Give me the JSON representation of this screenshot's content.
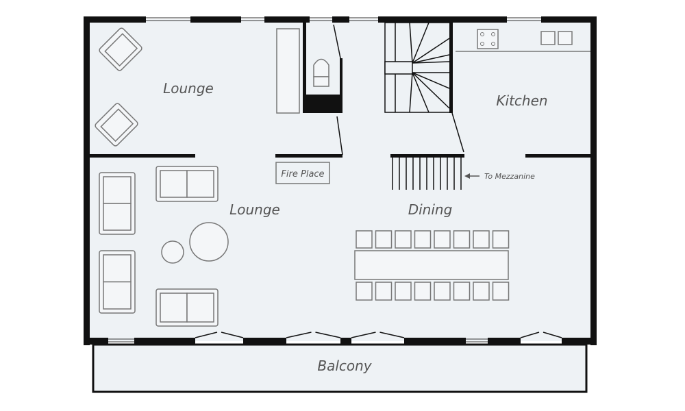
{
  "rooms": {
    "lounge_upper": "Lounge",
    "kitchen": "Kitchen",
    "lounge_main": "Lounge",
    "dining": "Dining",
    "balcony": "Balcony"
  },
  "fixtures": {
    "fireplace": "Fire Place",
    "mezzanine_note": "To Mezzanine"
  },
  "colors": {
    "floor": "#eef2f5",
    "wall": "#111111",
    "furniture_stroke": "#777777",
    "label": "#555555"
  }
}
